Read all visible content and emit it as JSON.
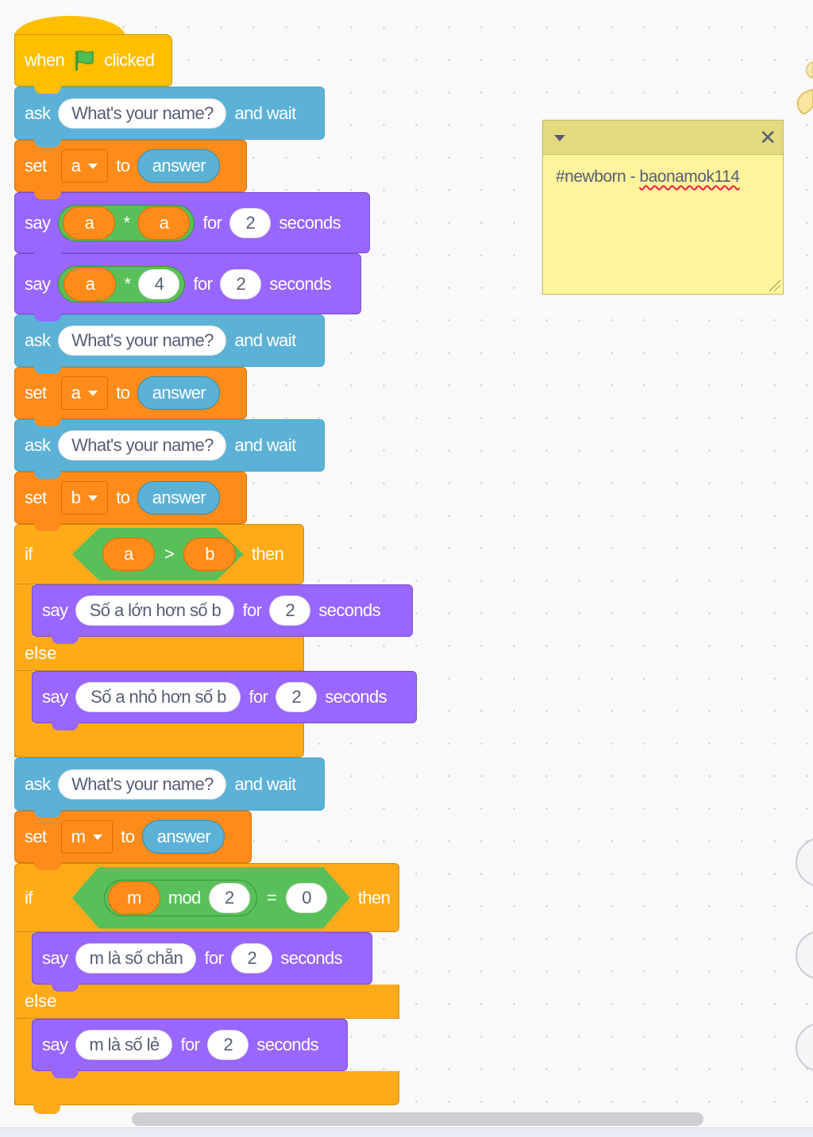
{
  "script": {
    "hat": {
      "when": "when",
      "clicked": "clicked"
    },
    "ask1": {
      "ask": "ask",
      "prompt": "What's your name?",
      "wait": "and wait"
    },
    "set1": {
      "set": "set",
      "var": "a",
      "to": "to",
      "value": "answer"
    },
    "say1": {
      "say": "say",
      "left": "a",
      "op": "*",
      "right": "a",
      "for": "for",
      "secs": "2",
      "seconds": "seconds"
    },
    "say2": {
      "say": "say",
      "left": "a",
      "op": "*",
      "right": "4",
      "for": "for",
      "secs": "2",
      "seconds": "seconds"
    },
    "ask2": {
      "ask": "ask",
      "prompt": "What's your name?",
      "wait": "and wait"
    },
    "set2": {
      "set": "set",
      "var": "a",
      "to": "to",
      "value": "answer"
    },
    "ask3": {
      "ask": "ask",
      "prompt": "What's your name?",
      "wait": "and wait"
    },
    "set3": {
      "set": "set",
      "var": "b",
      "to": "to",
      "value": "answer"
    },
    "if1": {
      "if": "if",
      "left": "a",
      "op": ">",
      "right": "b",
      "then": "then",
      "else": "else"
    },
    "say3": {
      "say": "say",
      "msg": "Số a lớn hơn số b",
      "for": "for",
      "secs": "2",
      "seconds": "seconds"
    },
    "say4": {
      "say": "say",
      "msg": "Số a nhỏ hơn số b",
      "for": "for",
      "secs": "2",
      "seconds": "seconds"
    },
    "ask4": {
      "ask": "ask",
      "prompt": "What's your name?",
      "wait": "and wait"
    },
    "set4": {
      "set": "set",
      "var": "m",
      "to": "to",
      "value": "answer"
    },
    "if2": {
      "if": "if",
      "var": "m",
      "mod": "mod",
      "divisor": "2",
      "eq": "=",
      "target": "0",
      "then": "then",
      "else": "else"
    },
    "say5": {
      "say": "say",
      "msg": "m là số chẵn",
      "for": "for",
      "secs": "2",
      "seconds": "seconds"
    },
    "say6": {
      "say": "say",
      "msg": "m là số lẻ",
      "for": "for",
      "secs": "2",
      "seconds": "seconds"
    }
  },
  "note": {
    "text_a": "#newborn - ",
    "text_b": "baonamok114"
  },
  "colors": {
    "looks": "#9966ff",
    "sensing": "#5cb1d6",
    "data": "#ff8c1a",
    "control": "#ffab19",
    "events": "#ffbf00",
    "operators": "#59c059",
    "note": "#fef49c"
  }
}
